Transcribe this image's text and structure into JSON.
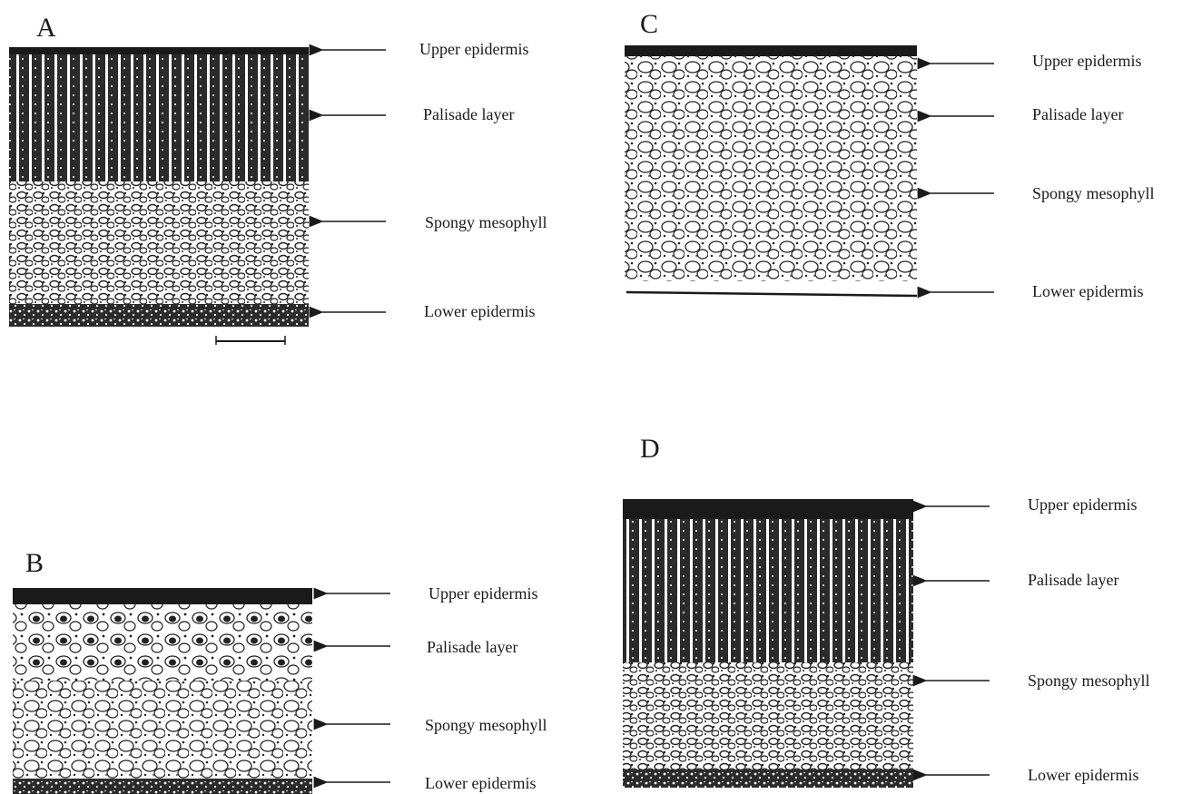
{
  "panels": [
    {
      "letter": "A",
      "labels": [
        "Upper epidermis",
        "Palisade layer",
        "Spongy mesophyll",
        "Lower epidermis"
      ]
    },
    {
      "letter": "B",
      "labels": [
        "Upper epidermis",
        "Palisade layer",
        "Spongy mesophyll",
        "Lower epidermis"
      ]
    },
    {
      "letter": "C",
      "labels": [
        "Upper epidermis",
        "Palisade layer",
        "Spongy mesophyll",
        "Lower epidermis"
      ]
    },
    {
      "letter": "D",
      "labels": [
        "Upper epidermis",
        "Palisade layer",
        "Spongy mesophyll",
        "Lower epidermis"
      ]
    }
  ],
  "colors": {
    "ink": "#1a1a1a",
    "paper": "#ffffff"
  }
}
